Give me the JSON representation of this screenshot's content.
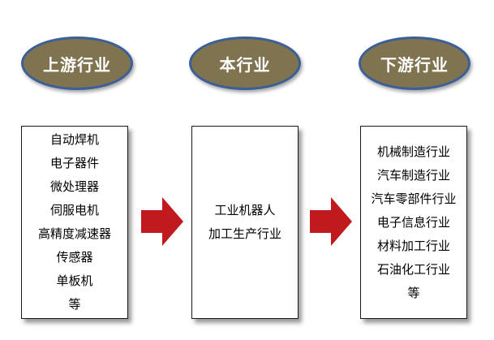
{
  "stages": [
    {
      "header": "上游行业",
      "items": [
        "自动焊机",
        "电子器件",
        "微处理器",
        "伺服电机",
        "高精度减速器",
        "传感器",
        "单板机",
        "等"
      ]
    },
    {
      "header": "本行业",
      "items": [
        "工业机器人",
        "加工生产行业"
      ]
    },
    {
      "header": "下游行业",
      "items": [
        "机械制造行业",
        "汽车制造行业",
        "汽车零部件行业",
        "电子信息行业",
        "材料加工行业",
        "石油化工行业",
        "等"
      ]
    }
  ],
  "colors": {
    "ellipse_fill": "#7f7350",
    "ellipse_border": "#3a5f99",
    "ellipse_text": "#ffffff",
    "arrow_fill": "#c0191e",
    "box_border": "#1a1a1a"
  }
}
